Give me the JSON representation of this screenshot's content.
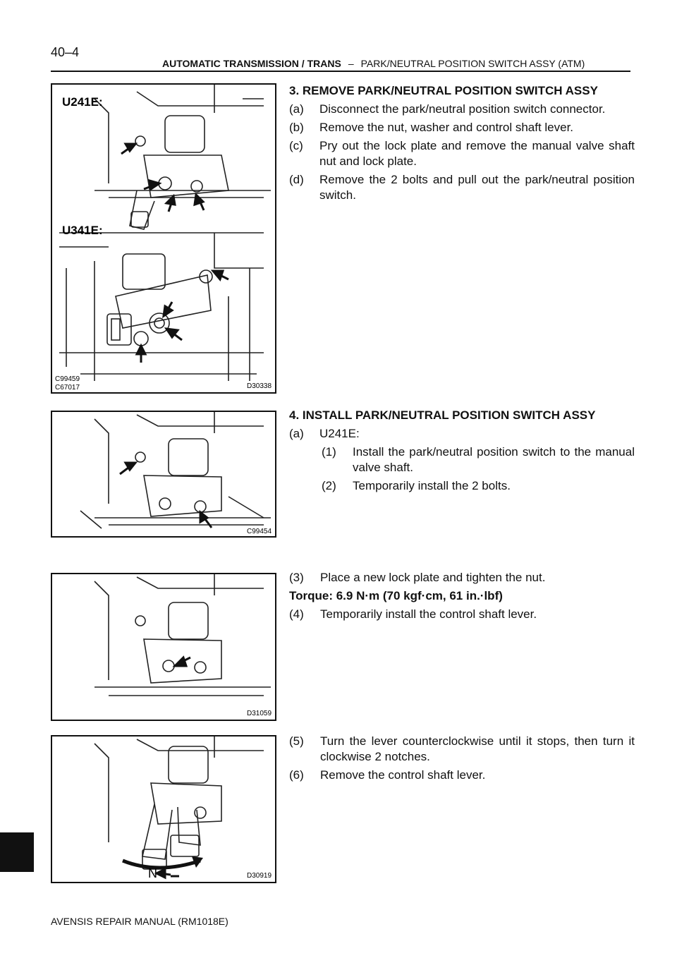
{
  "page": {
    "number": "40–4",
    "header_section": "AUTOMATIC TRANSMISSION / TRANS",
    "header_dash": "–",
    "header_title": "PARK/NEUTRAL POSITION SWITCH ASSY (ATM)",
    "footer": "AVENSIS REPAIR MANUAL   (RM1018E)"
  },
  "figures": [
    {
      "labels": [
        "U241E:",
        "U341E:"
      ],
      "codes": [
        "C99459",
        "C67017",
        "D30338"
      ]
    },
    {
      "labels": [],
      "codes": [
        "C99454"
      ]
    },
    {
      "labels": [],
      "codes": [
        "D31059"
      ]
    },
    {
      "labels": [
        "N"
      ],
      "codes": [
        "D30919"
      ]
    }
  ],
  "step3": {
    "title": "3.   REMOVE PARK/NEUTRAL POSITION SWITCH ASSY",
    "items": [
      {
        "mark": "(a)",
        "text": "Disconnect the park/neutral position switch connector."
      },
      {
        "mark": "(b)",
        "text": "Remove the nut, washer and control shaft lever."
      },
      {
        "mark": "(c)",
        "text": "Pry out the lock plate and remove the manual valve shaft nut and lock plate."
      },
      {
        "mark": "(d)",
        "text": "Remove the 2 bolts and pull out the park/neutral position switch."
      }
    ]
  },
  "step4": {
    "title": "4.   INSTALL PARK/NEUTRAL POSITION SWITCH ASSY",
    "a_mark": "(a)",
    "a_text": "U241E:",
    "sub1": [
      {
        "mark": "(1)",
        "text": "Install the park/neutral position switch to the manual valve shaft."
      },
      {
        "mark": "(2)",
        "text": "Temporarily install the 2 bolts."
      }
    ],
    "sub2a": [
      {
        "mark": "(3)",
        "text": "Place a new lock plate and tighten the nut."
      }
    ],
    "torque": "Torque: 6.9 N·m (70 kgf·cm, 61 in.·lbf)",
    "sub2b": [
      {
        "mark": "(4)",
        "text": "Temporarily install the control shaft lever."
      }
    ],
    "sub3": [
      {
        "mark": "(5)",
        "text": "Turn the lever counterclockwise until it stops, then turn it clockwise 2 notches."
      },
      {
        "mark": "(6)",
        "text": "Remove the control shaft lever."
      }
    ]
  }
}
